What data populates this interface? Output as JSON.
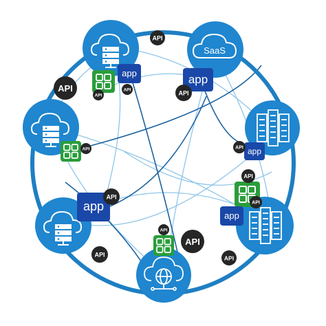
{
  "labels": {
    "api": "API",
    "app": "app",
    "saas": "SaaS"
  },
  "colors": {
    "ring": "#1e7fc3",
    "node": "#1f86cf",
    "node_inner": "#ffffff",
    "api_badge": "#262626",
    "app_badge": "#1a48a8",
    "grid_badge": "#2a9d3c",
    "thin_line": "#8fc6e8",
    "dark_line": "#1c63a0"
  },
  "icons": {
    "top_left_node": "cloud-server-icon",
    "top_right_node": "saas-cloud-icon",
    "left_node": "cloud-server-icon",
    "right_node": "server-rack-icon",
    "bottom_left_node": "cloud-server-icon",
    "bottom_right_node": "server-rack-icon",
    "bottom_node": "cloud-globe-icon",
    "grid_badge": "app-grid-icon"
  }
}
